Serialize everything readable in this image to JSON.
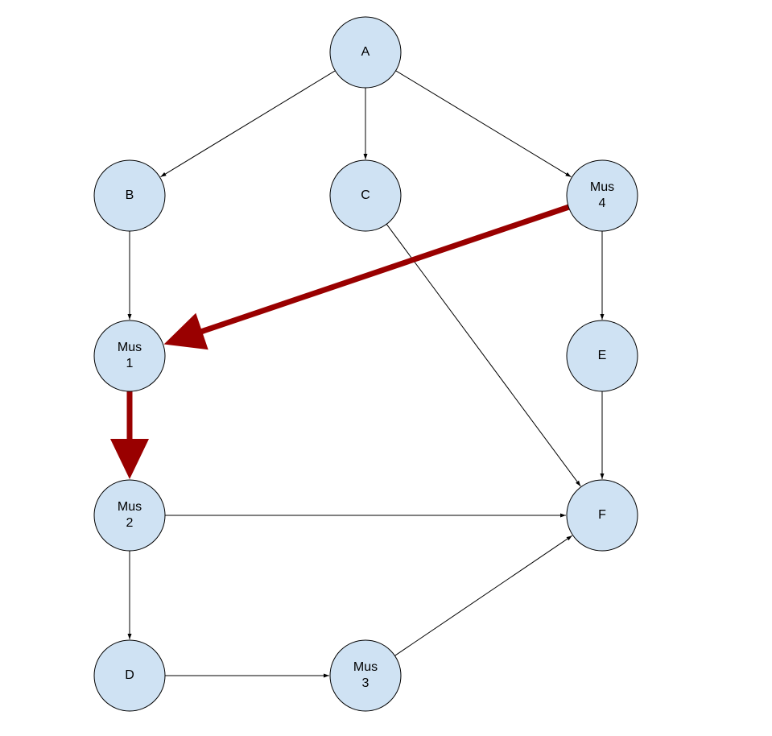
{
  "diagram": {
    "nodes": [
      {
        "id": "A",
        "lines": [
          "A"
        ]
      },
      {
        "id": "B",
        "lines": [
          "B"
        ]
      },
      {
        "id": "C",
        "lines": [
          "C"
        ]
      },
      {
        "id": "Mus4",
        "lines": [
          "Mus",
          "4"
        ]
      },
      {
        "id": "Mus1",
        "lines": [
          "Mus",
          "1"
        ]
      },
      {
        "id": "E",
        "lines": [
          "E"
        ]
      },
      {
        "id": "Mus2",
        "lines": [
          "Mus",
          "2"
        ]
      },
      {
        "id": "F",
        "lines": [
          "F"
        ]
      },
      {
        "id": "D",
        "lines": [
          "D"
        ]
      },
      {
        "id": "Mus3",
        "lines": [
          "Mus",
          "3"
        ]
      }
    ],
    "edges": [
      {
        "from": "A",
        "to": "B",
        "style": "thin"
      },
      {
        "from": "A",
        "to": "C",
        "style": "thin"
      },
      {
        "from": "A",
        "to": "Mus4",
        "style": "thin"
      },
      {
        "from": "B",
        "to": "Mus1",
        "style": "thin"
      },
      {
        "from": "C",
        "to": "F",
        "style": "thin"
      },
      {
        "from": "Mus4",
        "to": "E",
        "style": "thin"
      },
      {
        "from": "Mus4",
        "to": "Mus1",
        "style": "bold"
      },
      {
        "from": "E",
        "to": "F",
        "style": "thin"
      },
      {
        "from": "Mus1",
        "to": "Mus2",
        "style": "bold"
      },
      {
        "from": "Mus2",
        "to": "F",
        "style": "thin"
      },
      {
        "from": "Mus2",
        "to": "D",
        "style": "thin"
      },
      {
        "from": "D",
        "to": "Mus3",
        "style": "thin"
      },
      {
        "from": "Mus3",
        "to": "F",
        "style": "thin"
      }
    ],
    "colors": {
      "node_fill": "#cfe2f3",
      "node_stroke": "#000000",
      "edge_thin": "#000000",
      "edge_bold": "#990000"
    }
  }
}
